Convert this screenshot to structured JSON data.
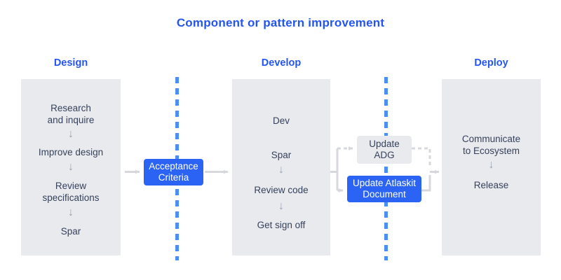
{
  "diagram": {
    "title": "Component or pattern improvement",
    "accent_color": "#2455F0",
    "panel_color": "#E8EAEE",
    "box_blue": "#2B63F4",
    "text_color": "#36415B",
    "divider_color": "#4C8EF7",
    "connector_color": "#D6D8DD",
    "columns": [
      {
        "id": "design",
        "heading": "Design",
        "steps": [
          "Research\nand inquire",
          "Improve design",
          "Review\nspecifications",
          "Spar"
        ],
        "step_lines": [
          [
            "Research",
            "and inquire"
          ],
          [
            "Improve design"
          ],
          [
            "Review",
            "specifications"
          ],
          [
            "Spar"
          ]
        ]
      },
      {
        "id": "develop",
        "heading": "Develop",
        "loop": {
          "top": "Dev",
          "bottom": "Spar"
        },
        "steps": [
          "Review code",
          "Get sign off"
        ]
      },
      {
        "id": "deploy",
        "heading": "Deploy",
        "step_lines": [
          [
            "Communicate",
            "to Ecosystem"
          ],
          [
            "Release"
          ]
        ]
      }
    ],
    "gate_boxes": [
      {
        "id": "acceptance-criteria",
        "lines": [
          "Acceptance",
          "Criteria"
        ],
        "style": "blue"
      },
      {
        "id": "update-adg",
        "lines": [
          "Update",
          "ADG"
        ],
        "style": "grey"
      },
      {
        "id": "update-atlaskit-document",
        "lines": [
          "Update Atlaskit",
          "Document"
        ],
        "style": "blue"
      }
    ],
    "arrow_glyph": "↓"
  }
}
